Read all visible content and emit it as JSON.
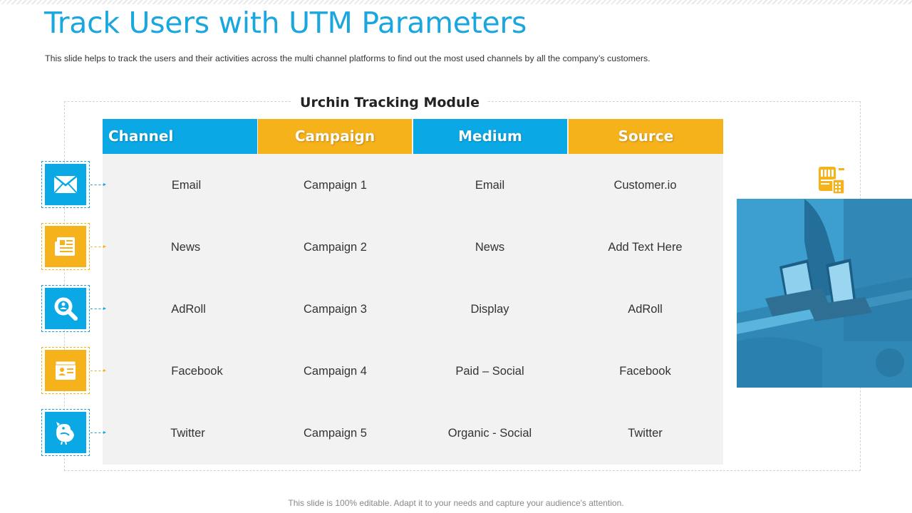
{
  "slide": {
    "title": "Track Users with UTM Parameters",
    "subtitle": "This slide helps to track the users and their activities across the multi channel platforms to find out the most used channels by all the company’s customers.",
    "footer": "This slide is 100% editable. Adapt it to your needs and capture your audience's attention."
  },
  "module": {
    "title": "Urchin Tracking Module",
    "headers": [
      "Channel",
      "Campaign",
      "Medium",
      "Source"
    ],
    "rows": [
      [
        "Email",
        "Campaign 1",
        "Email",
        "Customer.io"
      ],
      [
        "News",
        "Campaign 2",
        "News",
        "Add Text Here"
      ],
      [
        "AdRoll",
        "Campaign 3",
        "Display",
        "AdRoll"
      ],
      [
        "Facebook",
        "Campaign 4",
        "Paid – Social",
        "Facebook"
      ],
      [
        "Twitter",
        "Campaign 5",
        "Organic - Social",
        "Twitter"
      ]
    ],
    "row_icons": [
      "envelope-icon",
      "newspaper-icon",
      "magnifier-icon",
      "profile-card-icon",
      "bird-icon"
    ]
  },
  "colors": {
    "accent_blue": "#0aa9e6",
    "accent_orange": "#f6b21b",
    "title_blue": "#1aa6de",
    "table_bg": "#f2f2f2"
  }
}
